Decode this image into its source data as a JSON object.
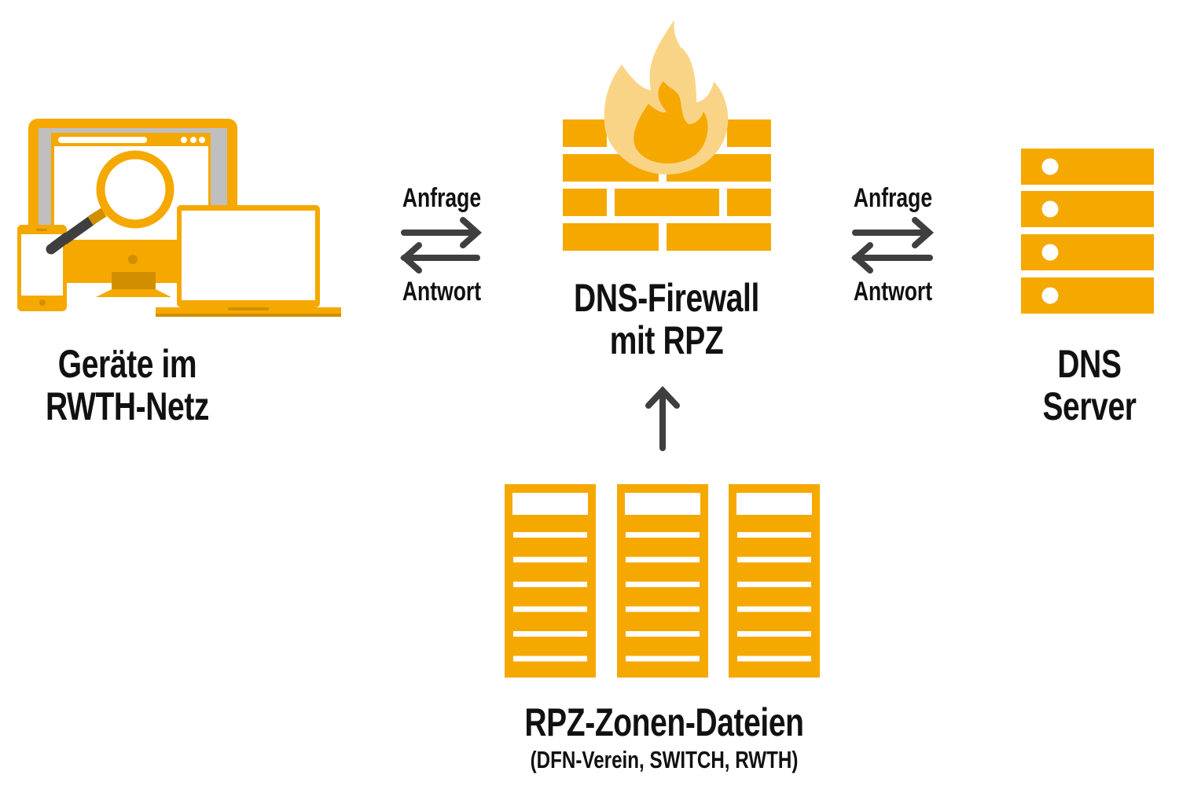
{
  "colors": {
    "primary": "#F5A800",
    "dark_accent": "#D18F00",
    "flame_light": "#FAD486",
    "screen_gray": "#BFBFBF",
    "arrow": "#3F3F3F",
    "text": "#111111",
    "background": "#FFFFFF"
  },
  "nodes": {
    "devices": {
      "icon": "devices-icon",
      "label_line1": "Geräte im",
      "label_line2": "RWTH-Netz"
    },
    "firewall": {
      "icon": "firewall-icon",
      "label_line1": "DNS-Firewall",
      "label_line2": "mit RPZ"
    },
    "dns_server": {
      "icon": "server-rack-icon",
      "label_line1": "DNS",
      "label_line2": "Server"
    },
    "rpz_files": {
      "icon": "zone-files-icon",
      "label_line1": "RPZ-Zonen-Dateien",
      "label_line2": "(DFN-Verein, SWITCH, RWTH)"
    }
  },
  "edges": {
    "left": {
      "request": "Anfrage",
      "response": "Antwort"
    },
    "right": {
      "request": "Anfrage",
      "response": "Antwort"
    },
    "bottom": {
      "direction": "up"
    }
  }
}
